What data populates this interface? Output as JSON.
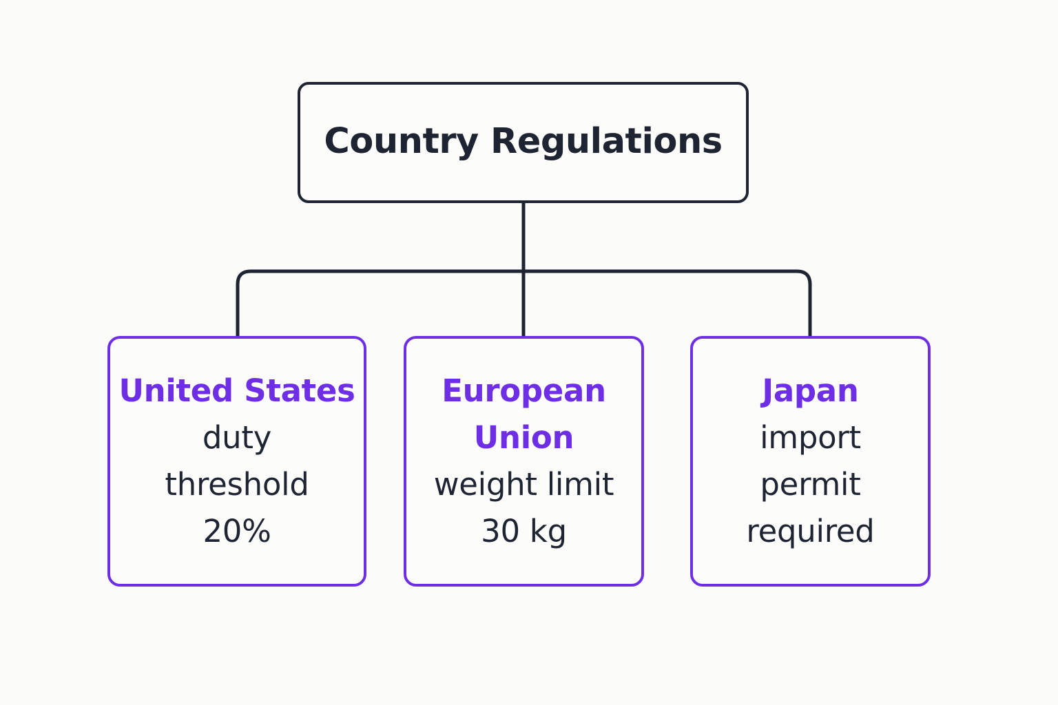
{
  "root": {
    "label": "Country Regulations"
  },
  "children": [
    {
      "title_lines": [
        "United States"
      ],
      "detail_lines": [
        "duty",
        "threshold",
        "20%"
      ]
    },
    {
      "title_lines": [
        "European",
        "Union"
      ],
      "detail_lines": [
        "weight limit",
        "30 kg"
      ]
    },
    {
      "title_lines": [
        "Japan"
      ],
      "detail_lines": [
        "import",
        "permit",
        "required"
      ]
    }
  ],
  "colors": {
    "outline_dark": "#1f2433",
    "accent_purple": "#6d2ee6",
    "background": "#fbfbf9"
  }
}
